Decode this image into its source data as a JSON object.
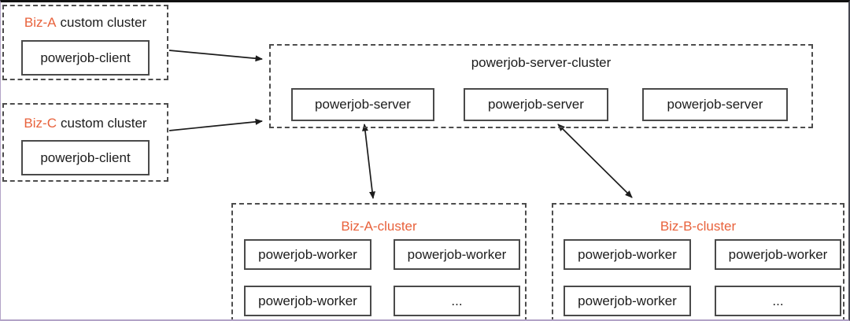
{
  "diagram": {
    "accent_color": "#e8623c",
    "line_color": "#1c1c1c",
    "clusters": {
      "biz_a_custom": {
        "title_accent": "Biz-A",
        "title_rest": "custom cluster",
        "nodes": [
          "powerjob-client"
        ]
      },
      "biz_c_custom": {
        "title_accent": "Biz-C",
        "title_rest": "custom cluster",
        "nodes": [
          "powerjob-client"
        ]
      },
      "server": {
        "title": "powerjob-server-cluster",
        "nodes": [
          "powerjob-server",
          "powerjob-server",
          "powerjob-server"
        ]
      },
      "biz_a_worker": {
        "title": "Biz-A-cluster",
        "nodes": [
          "powerjob-worker",
          "powerjob-worker",
          "powerjob-worker",
          "..."
        ]
      },
      "biz_b_worker": {
        "title": "Biz-B-cluster",
        "nodes": [
          "powerjob-worker",
          "powerjob-worker",
          "powerjob-worker",
          "..."
        ]
      }
    }
  }
}
